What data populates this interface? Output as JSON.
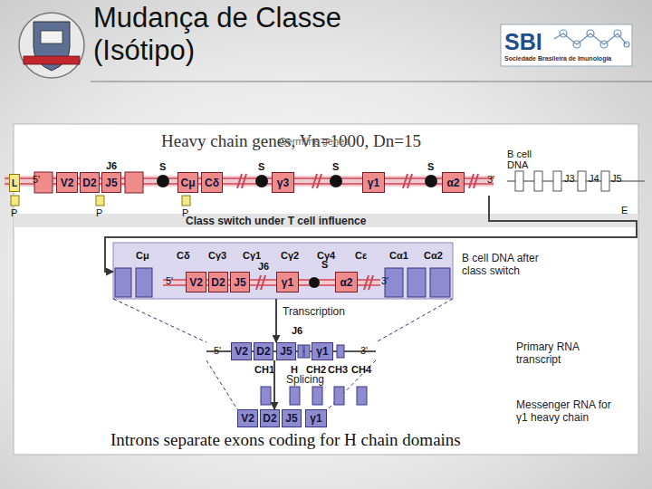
{
  "diagram": {
    "title": "Mudança de Classe (Isótipo)",
    "caption": "Introns separate exons coding for H chain domains",
    "nodes": [
      {
        "text": [
          "Heavy chain genes, Vn=1000, Dn=15"
        ]
      },
      {
        "text": [
          "L"
        ],
        "in": 0
      },
      {
        "text": [
          "V2"
        ],
        "in": 0
      },
      {
        "text": [
          "D2"
        ],
        "in": 0
      },
      {
        "text": [
          "J5"
        ],
        "in": 0
      },
      {
        "text": [
          "Cμ"
        ],
        "in": 0
      },
      {
        "text": [
          "Cδ"
        ],
        "in": 0
      },
      {
        "text": [
          "γ3"
        ],
        "in": 0
      },
      {
        "text": [
          "γ1"
        ],
        "in": 0
      },
      {
        "text": [
          "α2"
        ],
        "in": 0
      },
      {
        "text": [
          "B cell DNA after class switch"
        ]
      },
      {
        "text": [
          "V2"
        ],
        "in": 10
      },
      {
        "text": [
          "D2"
        ],
        "in": 10
      },
      {
        "text": [
          "J5"
        ],
        "in": 10
      },
      {
        "text": [
          "γ1"
        ],
        "in": 10
      },
      {
        "text": [
          "α2"
        ],
        "in": 10
      },
      {
        "text": [
          "Primary RNA transcript"
        ]
      },
      {
        "text": [
          "V2"
        ],
        "in": 16
      },
      {
        "text": [
          "D2"
        ],
        "in": 16
      },
      {
        "text": [
          "J5"
        ],
        "in": 16
      },
      {
        "text": [
          "γ1"
        ],
        "in": 16
      },
      {
        "text": [
          "Messenger RNA for γ1 heavy chain"
        ]
      },
      {
        "text": [
          "V2"
        ],
        "in": 21
      },
      {
        "text": [
          "D2"
        ],
        "in": 21
      },
      {
        "text": [
          "J5"
        ],
        "in": 21
      },
      {
        "text": [
          "γ1"
        ],
        "in": 21
      }
    ],
    "edges": [
      {
        "from": 0,
        "to": 10,
        "arrow": "to",
        "label": "Class switch under T cell influence"
      },
      {
        "from": 10,
        "to": 16,
        "arrow": "to",
        "label": "Transcription"
      },
      {
        "from": 16,
        "to": 21,
        "arrow": "to",
        "label": "Splicing"
      }
    ],
    "labels": [
      "Germline genes",
      "5'",
      "J6",
      "S",
      "S",
      "S",
      "S",
      "3'",
      "P",
      "P",
      "P",
      "B cell DNA",
      "J3",
      "J4",
      "J5",
      "E",
      "Cμ",
      "Cδ",
      "Cγ3",
      "Cγ1",
      "Cγ2",
      "Cγ4",
      "Cε",
      "Cα1",
      "Cα2",
      "5'",
      "J6",
      "S",
      "3'",
      "J6",
      "5'",
      "3'",
      "CH1",
      "H",
      "CH2",
      "CH3",
      "CH4",
      "SBI",
      "Sociedade Brasileira de Imunologia"
    ]
  }
}
